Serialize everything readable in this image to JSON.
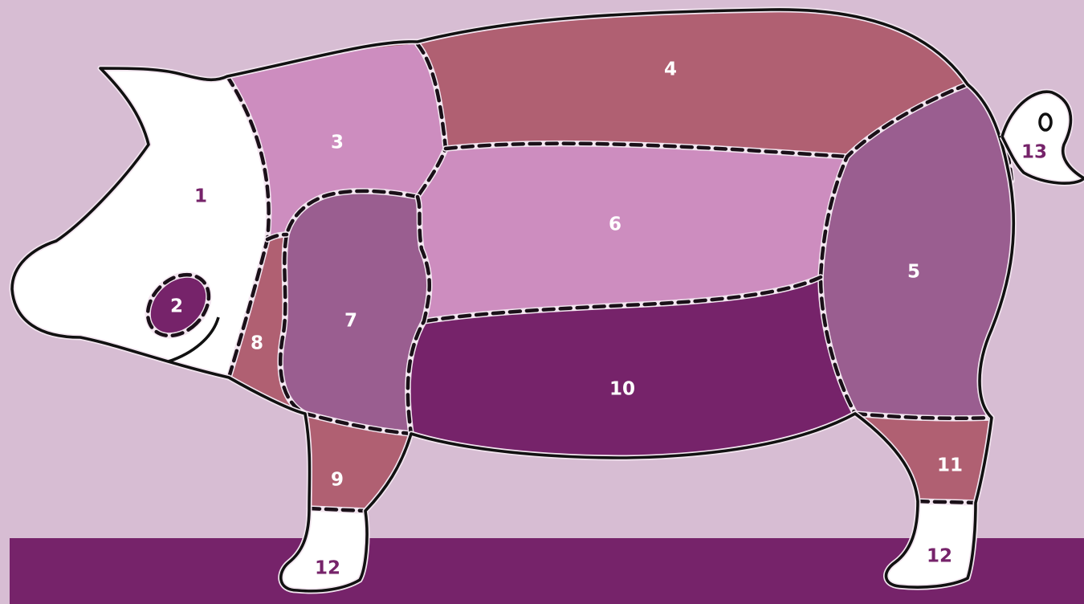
{
  "colors": {
    "background": "#d7bdd3",
    "ground": "#76236a",
    "light_pink": "#cd8dbf",
    "mauve_rose": "#b06072",
    "violet": "#9a5e90",
    "deep_purple": "#76236a",
    "white": "#ffffff"
  },
  "cuts": [
    {
      "id": "1",
      "label": "1",
      "color": "#ffffff",
      "label_color": "#76236a"
    },
    {
      "id": "2",
      "label": "2",
      "color": "#76236a",
      "label_color": "#ffffff"
    },
    {
      "id": "3",
      "label": "3",
      "color": "#cd8dbf",
      "label_color": "#ffffff"
    },
    {
      "id": "4",
      "label": "4",
      "color": "#b06072",
      "label_color": "#ffffff"
    },
    {
      "id": "5",
      "label": "5",
      "color": "#9a5e90",
      "label_color": "#ffffff"
    },
    {
      "id": "6",
      "label": "6",
      "color": "#cd8dbf",
      "label_color": "#ffffff"
    },
    {
      "id": "7",
      "label": "7",
      "color": "#9a5e90",
      "label_color": "#ffffff"
    },
    {
      "id": "8",
      "label": "8",
      "color": "#b06072",
      "label_color": "#ffffff"
    },
    {
      "id": "9",
      "label": "9",
      "color": "#b06072",
      "label_color": "#ffffff"
    },
    {
      "id": "10",
      "label": "10",
      "color": "#76236a",
      "label_color": "#ffffff"
    },
    {
      "id": "11",
      "label": "11",
      "color": "#b06072",
      "label_color": "#ffffff"
    },
    {
      "id": "12",
      "label": "12",
      "color": "#ffffff",
      "label_color": "#76236a"
    },
    {
      "id": "13",
      "label": "13",
      "color": "#ffffff",
      "label_color": "#76236a"
    }
  ]
}
